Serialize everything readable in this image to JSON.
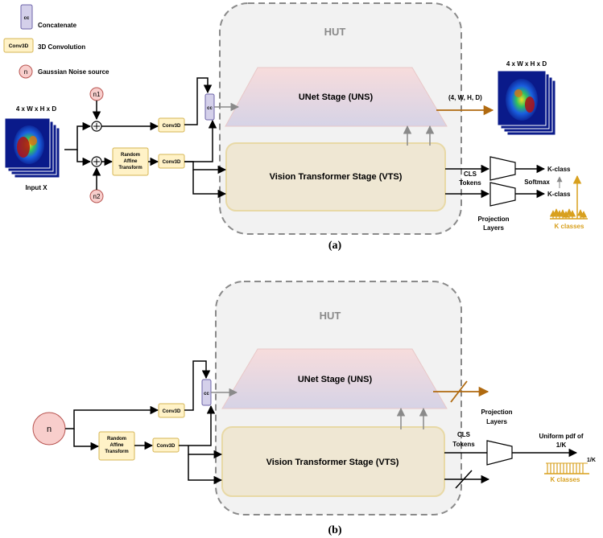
{
  "legend": {
    "concat_symbol": "cc",
    "concat_label": "Concatenate",
    "conv_symbol": "Conv3D",
    "conv_label": "3D Convolution",
    "noise_symbol": "n",
    "noise_label": "Gaussian Noise source"
  },
  "colors": {
    "hut_fill": "#f2f2f2",
    "hut_border": "#8a8a8a",
    "uns_fill_top": "#f7dcdc",
    "uns_fill_bottom": "#d6d3e6",
    "vts_fill": "#efe7d3",
    "vts_border": "#e8d9a6",
    "conv_fill": "#fff2c7",
    "conv_border": "#d6b656",
    "concat_fill": "#d4d0ea",
    "concat_border": "#6c63a8",
    "noise_fill": "#f8cecc",
    "noise_border": "#b85450",
    "output_arrow": "#b06a10",
    "class_color": "#d8a01e",
    "arrow_gray": "#8a8a8a"
  },
  "panel_a": {
    "caption": "(a)",
    "hut_label": "HUT",
    "uns_label": "UNet Stage (UNS)",
    "vts_label": "Vision Transformer Stage (VTS)",
    "input_dims": "4 x W x H x D",
    "input_label": "Input X",
    "noise1": "n1",
    "noise2": "n2",
    "conv1": "Conv3D",
    "conv2": "Conv3D",
    "concat": "cc",
    "affine_line1": "Random",
    "affine_line2": "Affine",
    "affine_line3": "Transform",
    "uns_out_dims": "(4, W, H, D)",
    "output_dims": "4 x W x H x D",
    "cls_line1": "CLS",
    "cls_line2": "Tokens",
    "softmax": "Softmax",
    "kclass1": "K-class",
    "kclass2": "K-class",
    "proj_line1": "Projection",
    "proj_line2": "Layers",
    "k_classes": "K classes"
  },
  "panel_b": {
    "caption": "(b)",
    "hut_label": "HUT",
    "uns_label": "UNet Stage (UNS)",
    "vts_label": "Vision Transformer Stage (VTS)",
    "noise": "n",
    "conv1": "Conv3D",
    "conv2": "Conv3D",
    "concat": "cc",
    "affine_line1": "Random",
    "affine_line2": "Affine",
    "affine_line3": "Transform",
    "proj_line1": "Projection",
    "proj_line2": "Layers",
    "cls_line1": "CLS",
    "cls_line2": "Tokens",
    "uniform_line1": "Uniform pdf of",
    "uniform_line2": "1/K",
    "one_over_k": "1/K",
    "k_classes": "K classes"
  }
}
